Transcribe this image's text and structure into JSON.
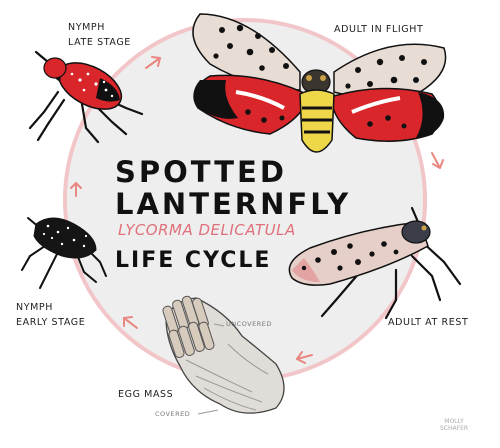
{
  "title": {
    "line1": "SPOTTED",
    "line2": "LANTERNFLY",
    "scientific_name": "LYCORMA DELICATULA",
    "line3": "LIFE CYCLE"
  },
  "stages": {
    "nymph_late": {
      "line1": "NYMPH",
      "line2": "LATE STAGE"
    },
    "adult_flight": "ADULT IN FLIGHT",
    "adult_rest": "ADULT AT REST",
    "egg_mass": "EGG MASS",
    "nymph_early": {
      "line1": "NYMPH",
      "line2": "EARLY STAGE"
    }
  },
  "egg_annotations": {
    "uncovered": "UNCOVERED",
    "covered": "COVERED"
  },
  "credit": {
    "line1": "MOLLY",
    "line2": "SCHAFER"
  },
  "colors": {
    "cycle_ring": "#f2c6c8",
    "inner_circle": "#eeeeee",
    "arrows": "#e8877f",
    "accent_red": "#d8262b",
    "scientific_name": "#e0707a"
  }
}
